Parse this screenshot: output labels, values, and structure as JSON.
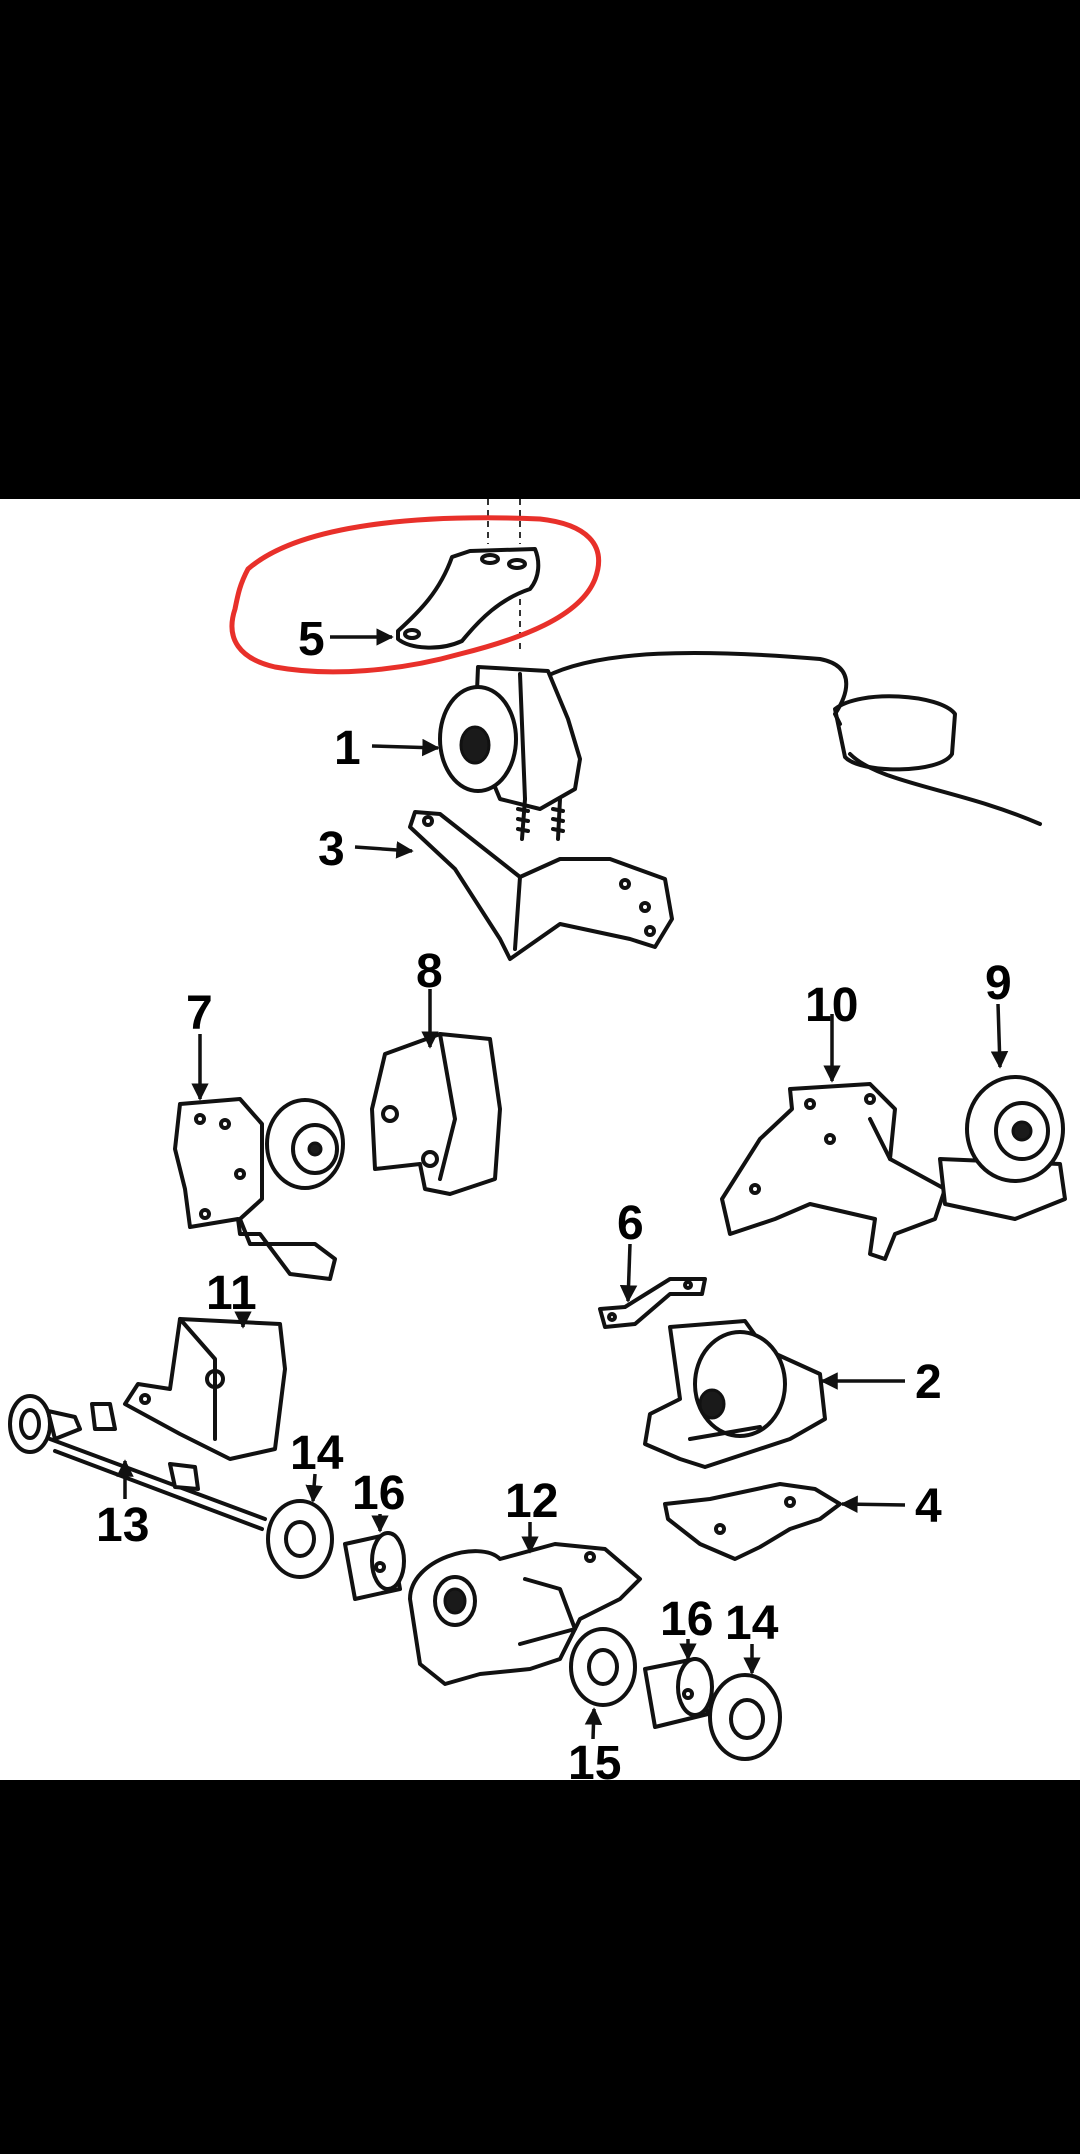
{
  "colors": {
    "background_bars": "#000000",
    "diagram_background": "#ffffff",
    "line_art": "#111111",
    "highlight_circle": "#e8302a"
  },
  "callouts": {
    "c1": "1",
    "c2": "2",
    "c3": "3",
    "c4": "4",
    "c5": "5",
    "c6": "6",
    "c7": "7",
    "c8": "8",
    "c9": "9",
    "c10": "10",
    "c11": "11",
    "c12": "12",
    "c13": "13",
    "c14a": "14",
    "c14b": "14",
    "c15": "15",
    "c16a": "16",
    "c16b": "16"
  },
  "highlight": {
    "target_callout": "5"
  }
}
